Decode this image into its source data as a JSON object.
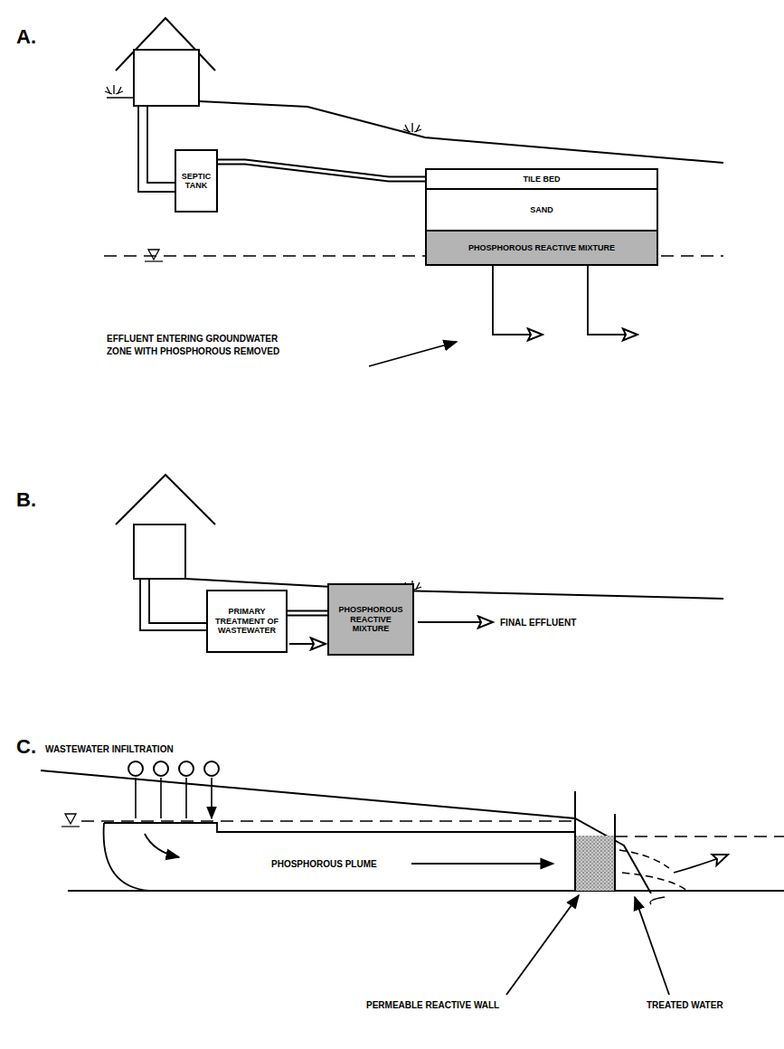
{
  "diagram": {
    "nodes": [
      {
        "text": [
          "SEPTIC TANK"
        ]
      },
      {
        "text": [
          "TILE BED"
        ]
      },
      {
        "text": [
          "SAND"
        ]
      },
      {
        "text": [
          "PHOSPHOROUS REACTIVE MIXTURE"
        ]
      },
      {
        "text": [
          "PRIMARY TREATMENT OF WASTEWATER"
        ]
      },
      {
        "text": [
          "PHOSPHOROUS REACTIVE MIXTURE"
        ]
      }
    ],
    "edges": [
      {
        "from": 0,
        "to": 1,
        "arrow": "none"
      },
      {
        "from": 4,
        "to": 5,
        "arrow": "to"
      }
    ],
    "labels": [
      "A.",
      "EFFLUENT ENTERING GROUNDWATER ZONE WITH PHOSPHOROUS REMOVED",
      "B.",
      "FINAL EFFLUENT",
      "C.",
      "WASTEWATER INFILTRATION",
      "PHOSPHOROUS PLUME",
      "PERMEABLE REACTIVE WALL",
      "TREATED WATER"
    ]
  }
}
